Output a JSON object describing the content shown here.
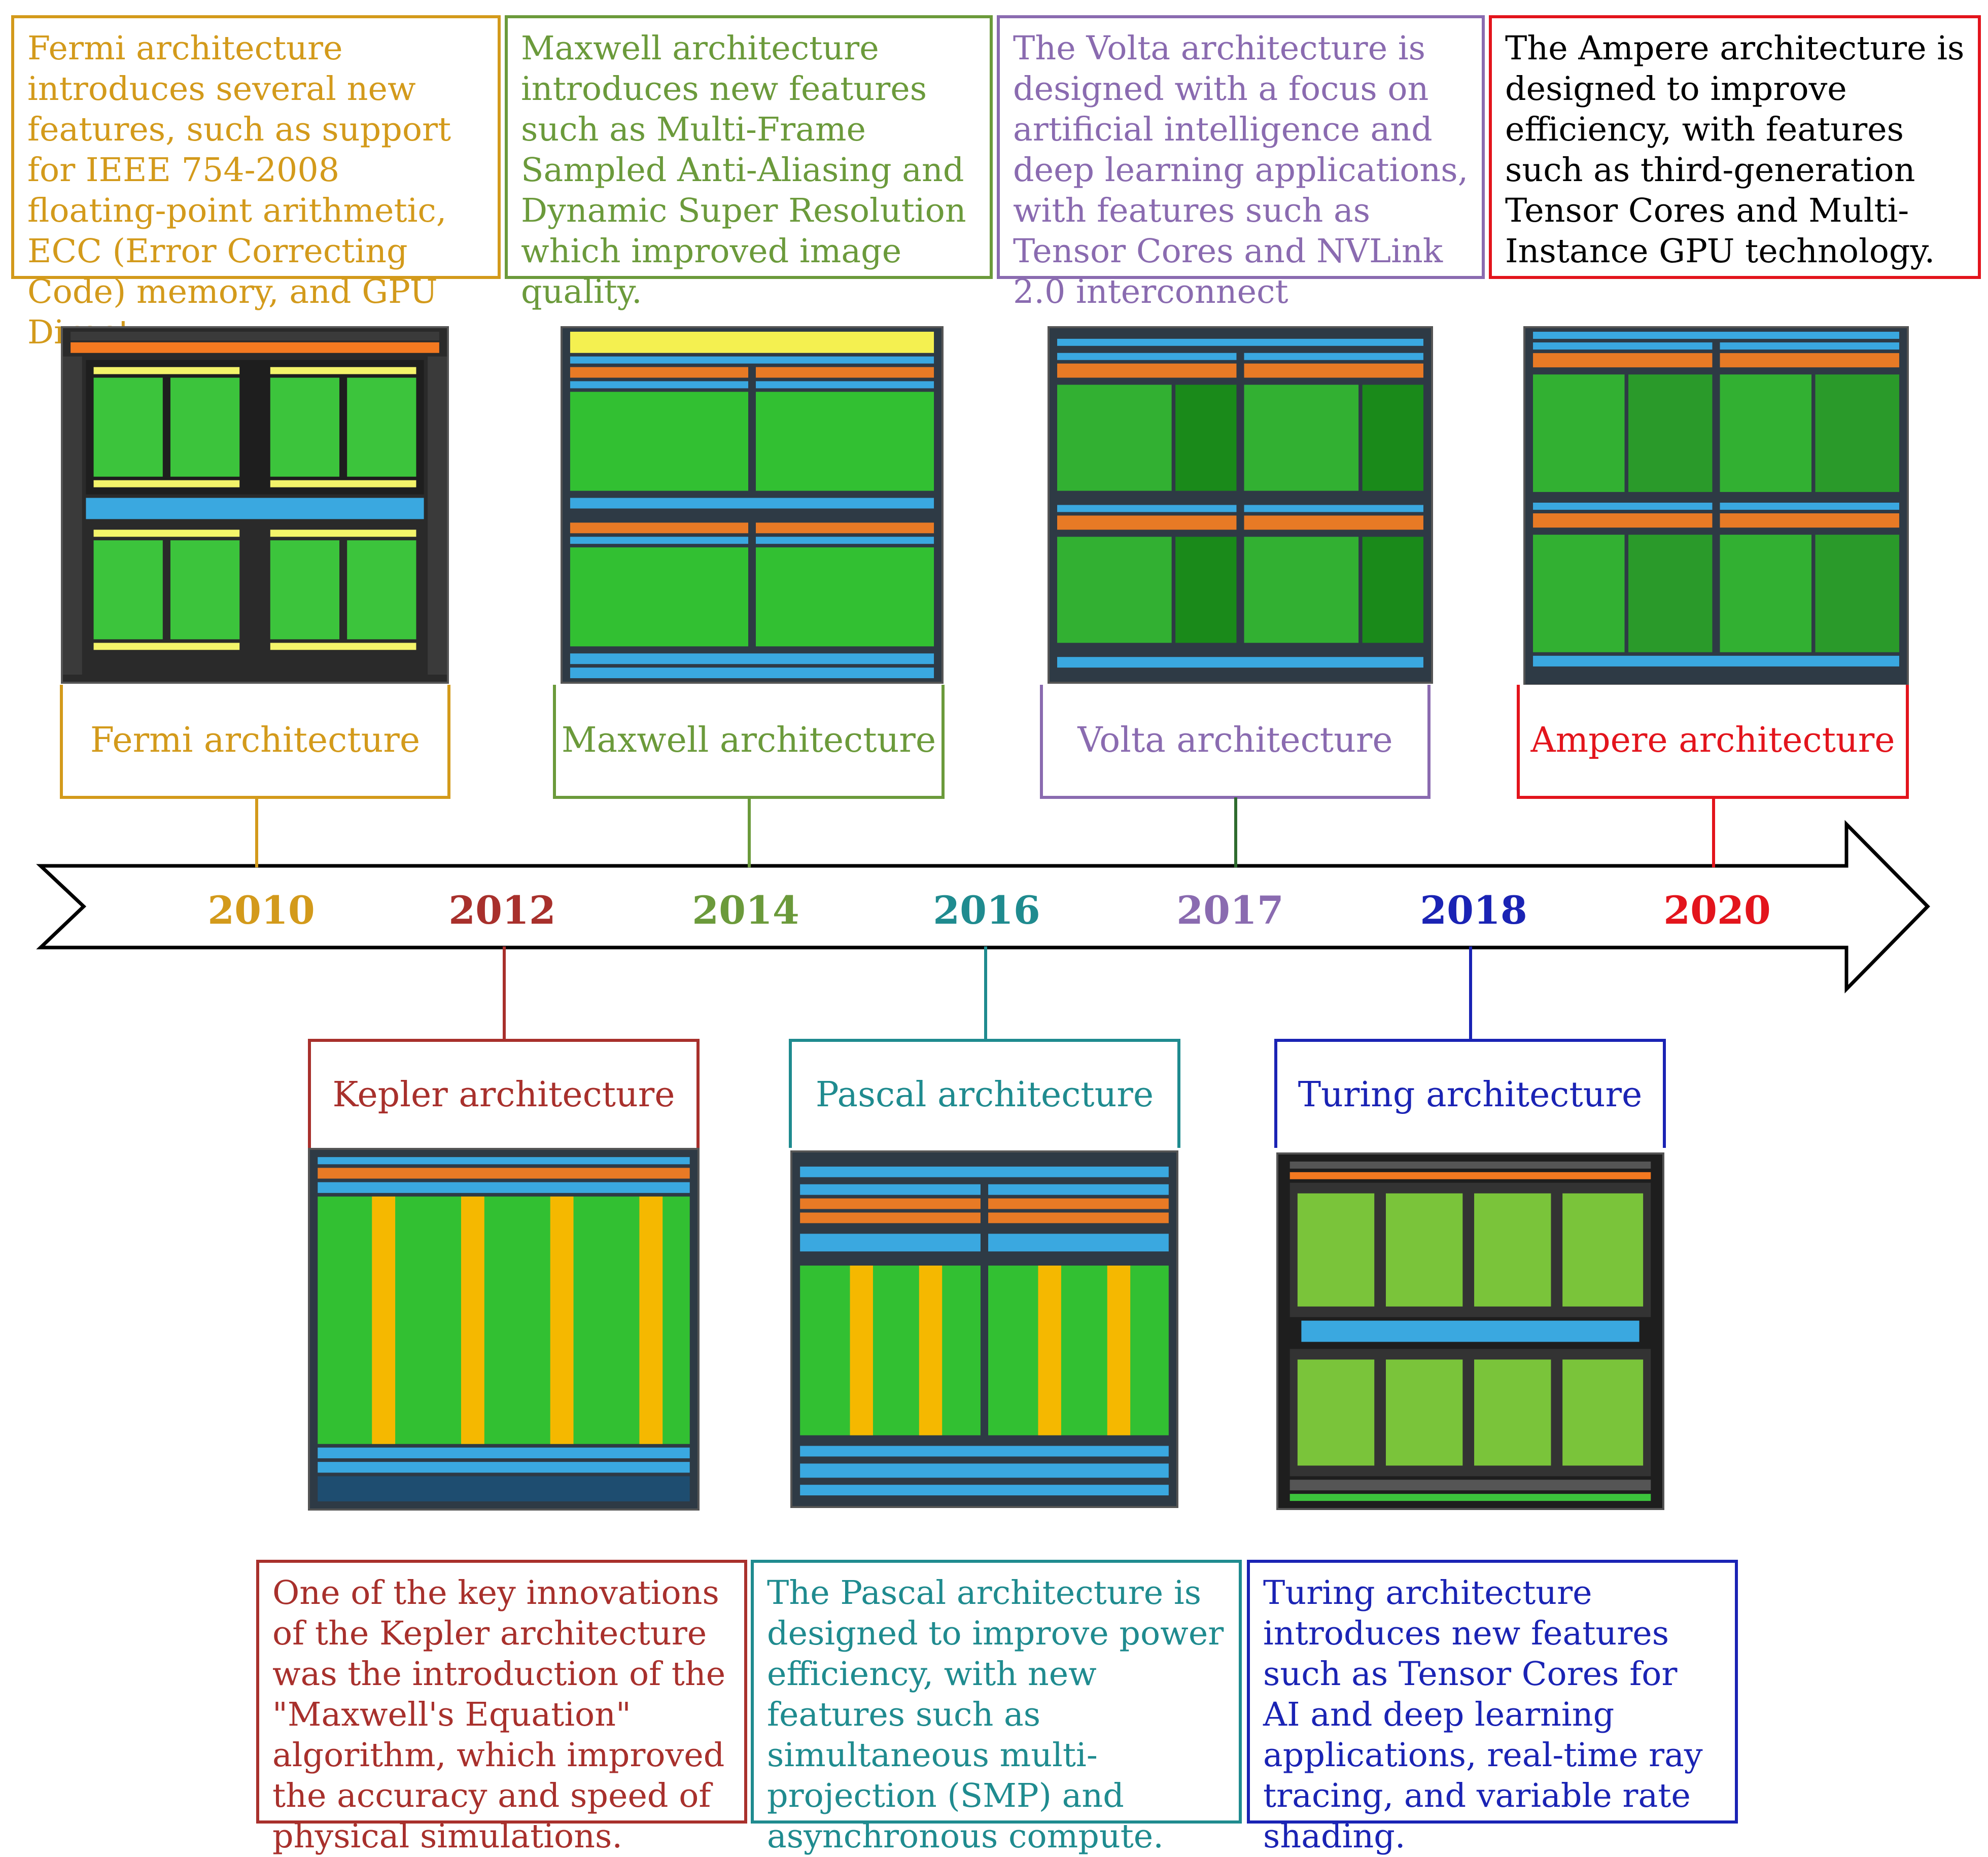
{
  "colors": {
    "fermi": "#d39a1b",
    "kepler": "#a8302c",
    "maxwell": "#6b9a3b",
    "pascal": "#1f8b8f",
    "volta": "#8a6bb0",
    "turing": "#1a23b4",
    "ampere": "#e3141c",
    "black": "#000000"
  },
  "timeline": {
    "years": [
      {
        "label": "2010",
        "color": "#d39a1b"
      },
      {
        "label": "2012",
        "color": "#a8302c"
      },
      {
        "label": "2014",
        "color": "#6b9a3b"
      },
      {
        "label": "2016",
        "color": "#1f8b8f"
      },
      {
        "label": "2017",
        "color": "#8a6bb0"
      },
      {
        "label": "2018",
        "color": "#1a23b4"
      },
      {
        "label": "2020",
        "color": "#e3141c"
      }
    ]
  },
  "architectures": {
    "fermi": {
      "title": "Fermi architecture",
      "description": "Fermi architecture introduces several new features, such as support for IEEE 754-2008 floating-point arithmetic, ECC (Error Correcting Code) memory, and GPU Direct."
    },
    "maxwell": {
      "title": "Maxwell architecture",
      "description": " Maxwell architecture introduces new features such as Multi-Frame Sampled Anti-Aliasing and Dynamic Super Resolution which improved image quality."
    },
    "volta": {
      "title": "Volta architecture",
      "description": "The Volta architecture is designed with a focus on artificial intelligence and deep learning applications, with features such as Tensor Cores and NVLink 2.0 interconnect"
    },
    "ampere": {
      "title": "Ampere architecture",
      "description": "The Ampere architecture is designed to improve efficiency, with features such as third-generation Tensor Cores and Multi-Instance GPU technology."
    },
    "kepler": {
      "title": "Kepler architecture",
      "description": "One of the key innovations of the Kepler architecture was the introduction of the \"Maxwell's Equation\" algorithm, which improved the accuracy and speed of physical simulations."
    },
    "pascal": {
      "title": "Pascal architecture",
      "description": "The Pascal architecture is designed to improve power efficiency, with new features such as simultaneous multi-projection (SMP) and asynchronous compute."
    },
    "turing": {
      "title": "Turing architecture",
      "description": "Turing architecture introduces new features such as Tensor Cores for AI and deep learning applications, real-time ray tracing, and variable rate shading."
    }
  }
}
